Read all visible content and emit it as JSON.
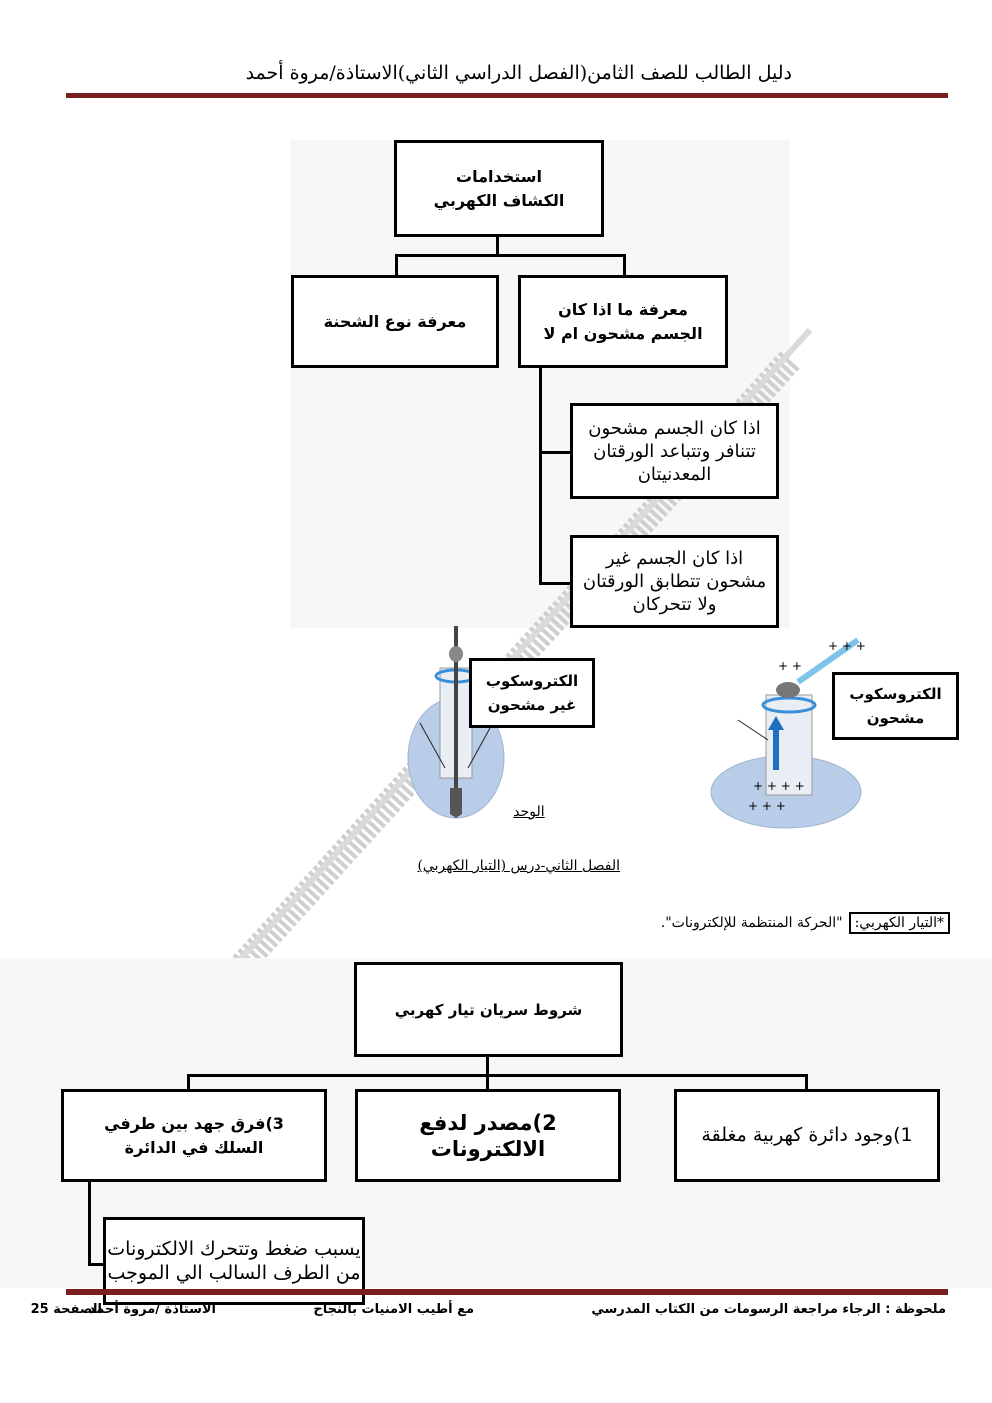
{
  "header": {
    "title": "دليل الطالب للصف الثامن(الفصل الدراسي الثاني)الاستاذة/مروة أحمد"
  },
  "colors": {
    "rule": "#7a1f1f",
    "panel": "#f7f7f7",
    "bulb": "#b9cde8"
  },
  "chart1": {
    "root": "استخدامات الكشاف الكهربي",
    "left": "معرفة نوع الشحنة",
    "right": "معرفة ما اذا كان الجسم مشحون ام لا",
    "sub1": "اذا كان الجسم مشحون تتنافر وتتباعد الورقتان المعدنيتان",
    "sub2": "اذا كان الجسم غير مشحون تتطابق الورقتان ولا تتحركان"
  },
  "images": {
    "uncharged_label": "الكتروسكوب غير مشحون",
    "charged_label": "الكتروسكوب مشحون",
    "unit_label": "الوحد"
  },
  "lesson_title": "الفصل الثاني-درس (التيار الكهربي)",
  "definition": {
    "term": "*التيار الكهربي:",
    "text": "\"الحركة المنتظمة للإلكترونات\"."
  },
  "chart2": {
    "root": "شروط سريان تيار كهربي",
    "c1": "1)وجود دائرة كهربية مغلقة",
    "c2": "2)مصدر لدفع الالكترونات",
    "c3": "3)فرق جهد بين طرفي السلك في الدائرة",
    "c3_sub": "يسبب ضغط وتتحرك الالكترونات من الطرف السالب الي الموجب"
  },
  "footer": {
    "note": "ملحوظة : الرجاء مراجعة الرسومات من الكتاب المدرسي",
    "wish": "مع أطيب الامنيات بالنجاح",
    "teacher": "الاستاذة /مروة أحمد",
    "page": "الصفحة 25"
  }
}
